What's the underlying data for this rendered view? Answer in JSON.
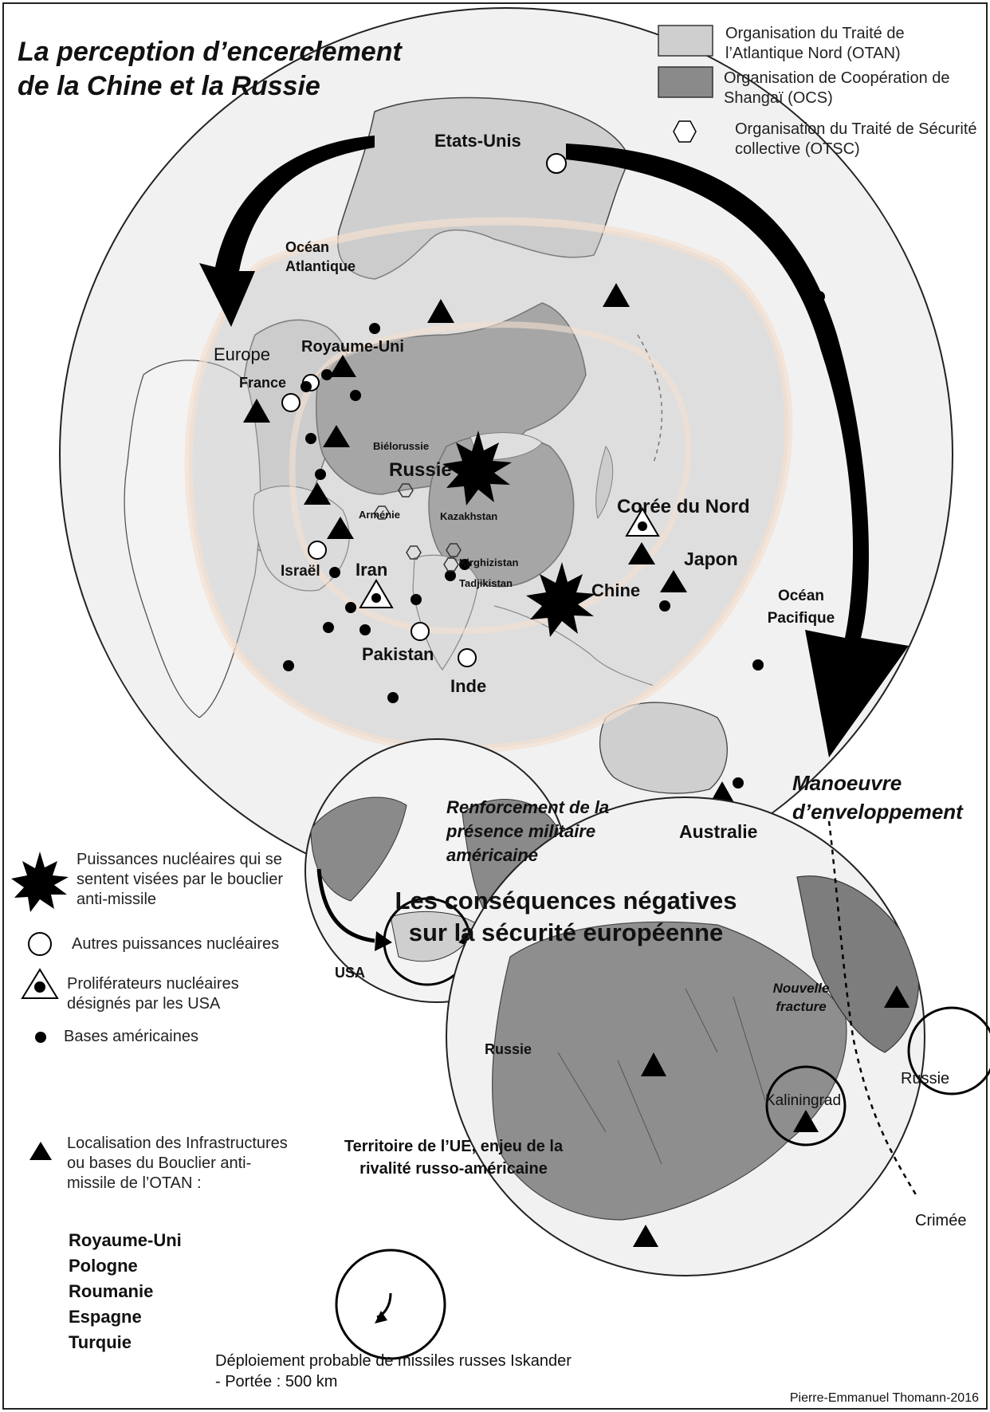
{
  "title": {
    "line1": "La perception d’encerclement",
    "line2": "de la Chine et la Russie"
  },
  "top_legend": {
    "otan": "Organisation du Traité de l’Atlantique Nord (OTAN)",
    "ocs": "Organisation de Coopération de Shangaï (OCS)",
    "otsc": "Organisation du Traité de Sécurité collective (OTSC)",
    "otan_color": "#cfcfcf",
    "ocs_color": "#8a8a8a"
  },
  "map_labels": {
    "etats_unis": "Etats-Unis",
    "ocean_atlantique": "Océan Atlantique",
    "europe": "Europe",
    "royaume_uni": "Royaume-Uni",
    "france": "France",
    "bielorussie": "Biélorussie",
    "russie": "Russie",
    "armenie": "Arménie",
    "kazakhstan": "Kazakhstan",
    "kirghizistan": "Kirghizistan",
    "tadjikistan": "Tadjikistan",
    "israel": "Israël",
    "iran": "Iran",
    "pakistan": "Pakistan",
    "inde": "Inde",
    "chine": "Chine",
    "coree_du_nord": "Corée du Nord",
    "japon": "Japon",
    "ocean_pacifique": "Océan Pacifique",
    "australie": "Australie",
    "manoeuvre": "Manoeuvre d’enveloppement",
    "renforcement": "Renforcement de la présence militaire américaine"
  },
  "bottom_legend": {
    "nuclear_targeted": "Puissances nucléaires qui se sentent visées par le bouclier anti-missile",
    "other_nuclear": "Autres puissances nucléaires",
    "proliferators": "Proliférateurs nucléaires désignés par les USA",
    "bases": "Bases américaines",
    "shield_loc": "Localisation des Infrastructures ou bases du Bouclier anti-missile de l’OTAN :",
    "shield_countries": [
      "Royaume-Uni",
      "Pologne",
      "Roumanie",
      "Espagne",
      "Turquie"
    ]
  },
  "consequences": {
    "heading": "Les conséquences négatives sur la sécurité européenne",
    "usa": "USA",
    "russie": "Russie",
    "eu_caption": "Territoire de l’UE, enjeu de la rivalité russo-américaine",
    "nouvelle_fracture": "Nouvelle fracture",
    "russie_europe": "Russie",
    "kaliningrad": "Kaliningrad",
    "crimee": "Crimée",
    "iskander": "Déploiement probable de missiles russes Iskander - Portée : 500 km"
  },
  "credit": "Pierre-Emmanuel Thomann-2016"
}
